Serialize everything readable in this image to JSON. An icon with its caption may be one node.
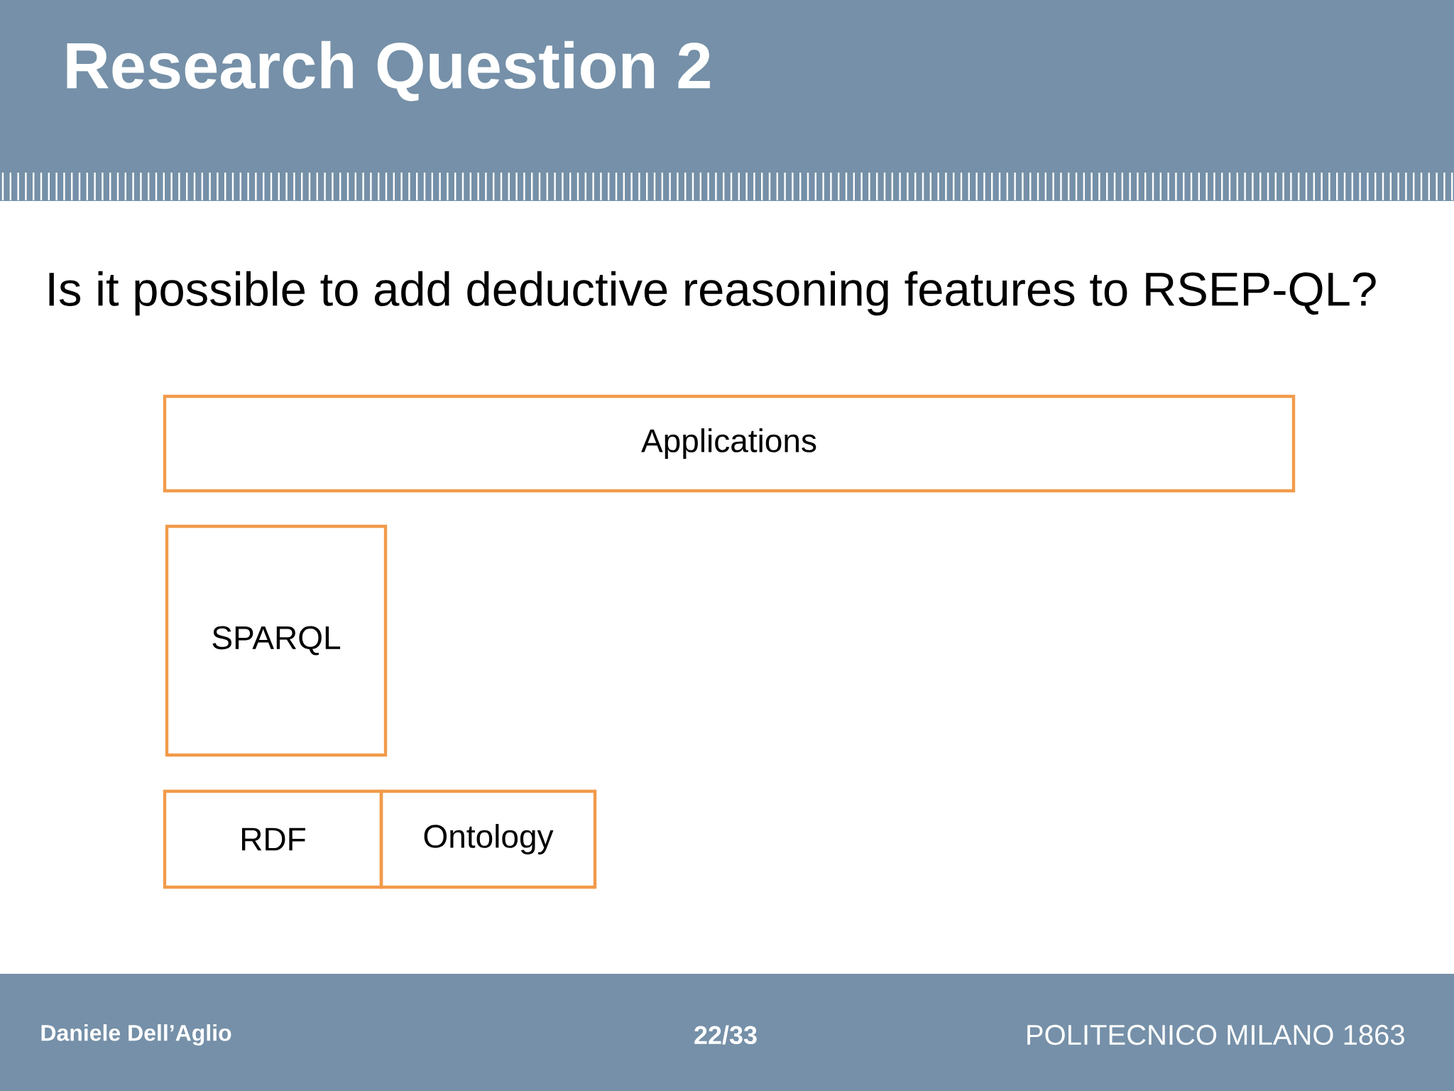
{
  "diagram": {
    "title": "Research Question 2",
    "nodes": [
      {
        "text": [
          "Applications"
        ]
      },
      {
        "text": [
          "SPARQL"
        ]
      },
      {
        "text": [
          "RDF"
        ]
      },
      {
        "text": [
          "Ontology"
        ]
      }
    ],
    "labels": [
      "Is it possible to add deductive reasoning features to RSEP-QL?",
      "Daniele Dell’Aglio",
      "22/33",
      "POLITECNICO MILANO 1863"
    ]
  }
}
